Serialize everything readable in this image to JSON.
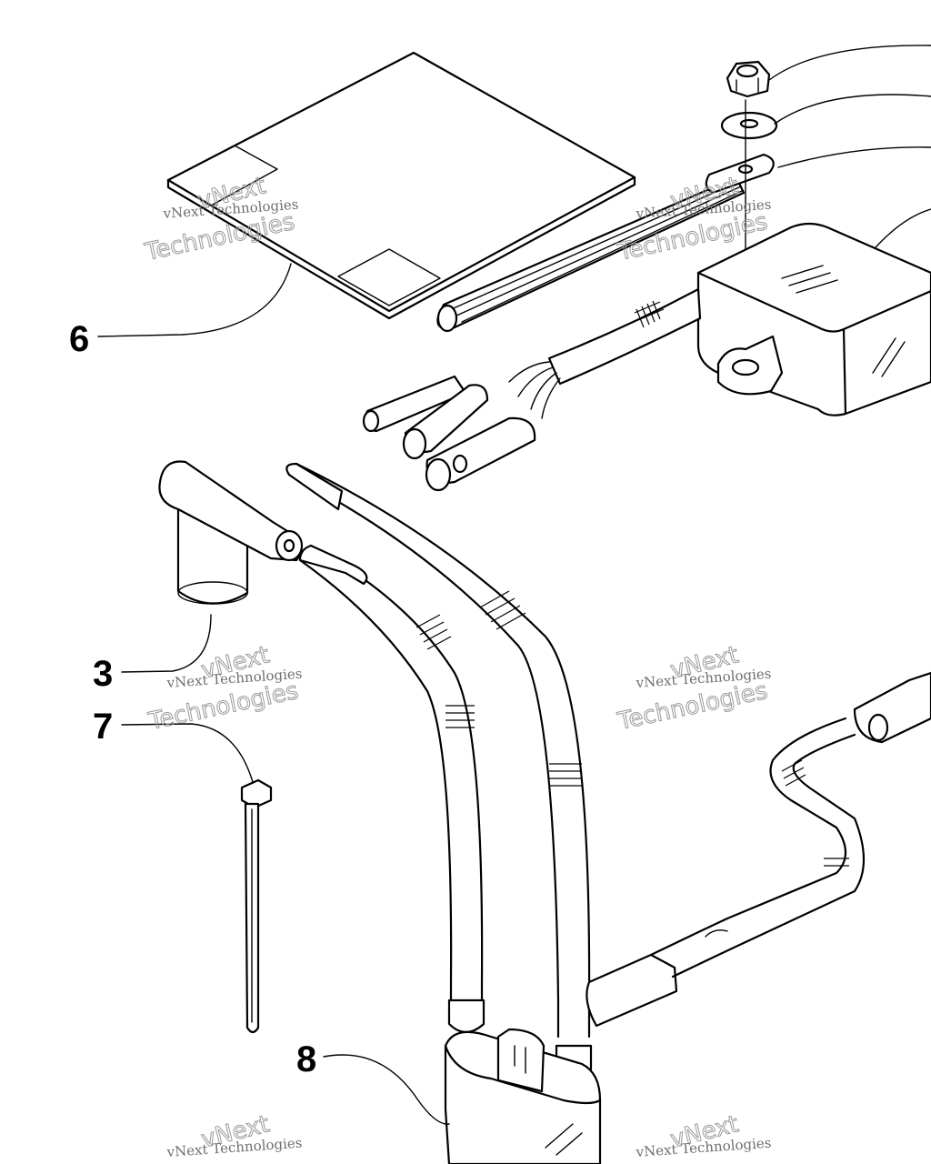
{
  "callouts": [
    {
      "id": "callout-6",
      "label": "6"
    },
    {
      "id": "callout-3",
      "label": "3"
    },
    {
      "id": "callout-7",
      "label": "7"
    },
    {
      "id": "callout-8",
      "label": "8"
    }
  ],
  "watermark": {
    "line1": "vNext",
    "line2": "vNext Technologies",
    "line3": "Technologies"
  },
  "colors": {
    "line": "#000000",
    "background": "#ffffff",
    "watermark": "#8a8a8a"
  }
}
